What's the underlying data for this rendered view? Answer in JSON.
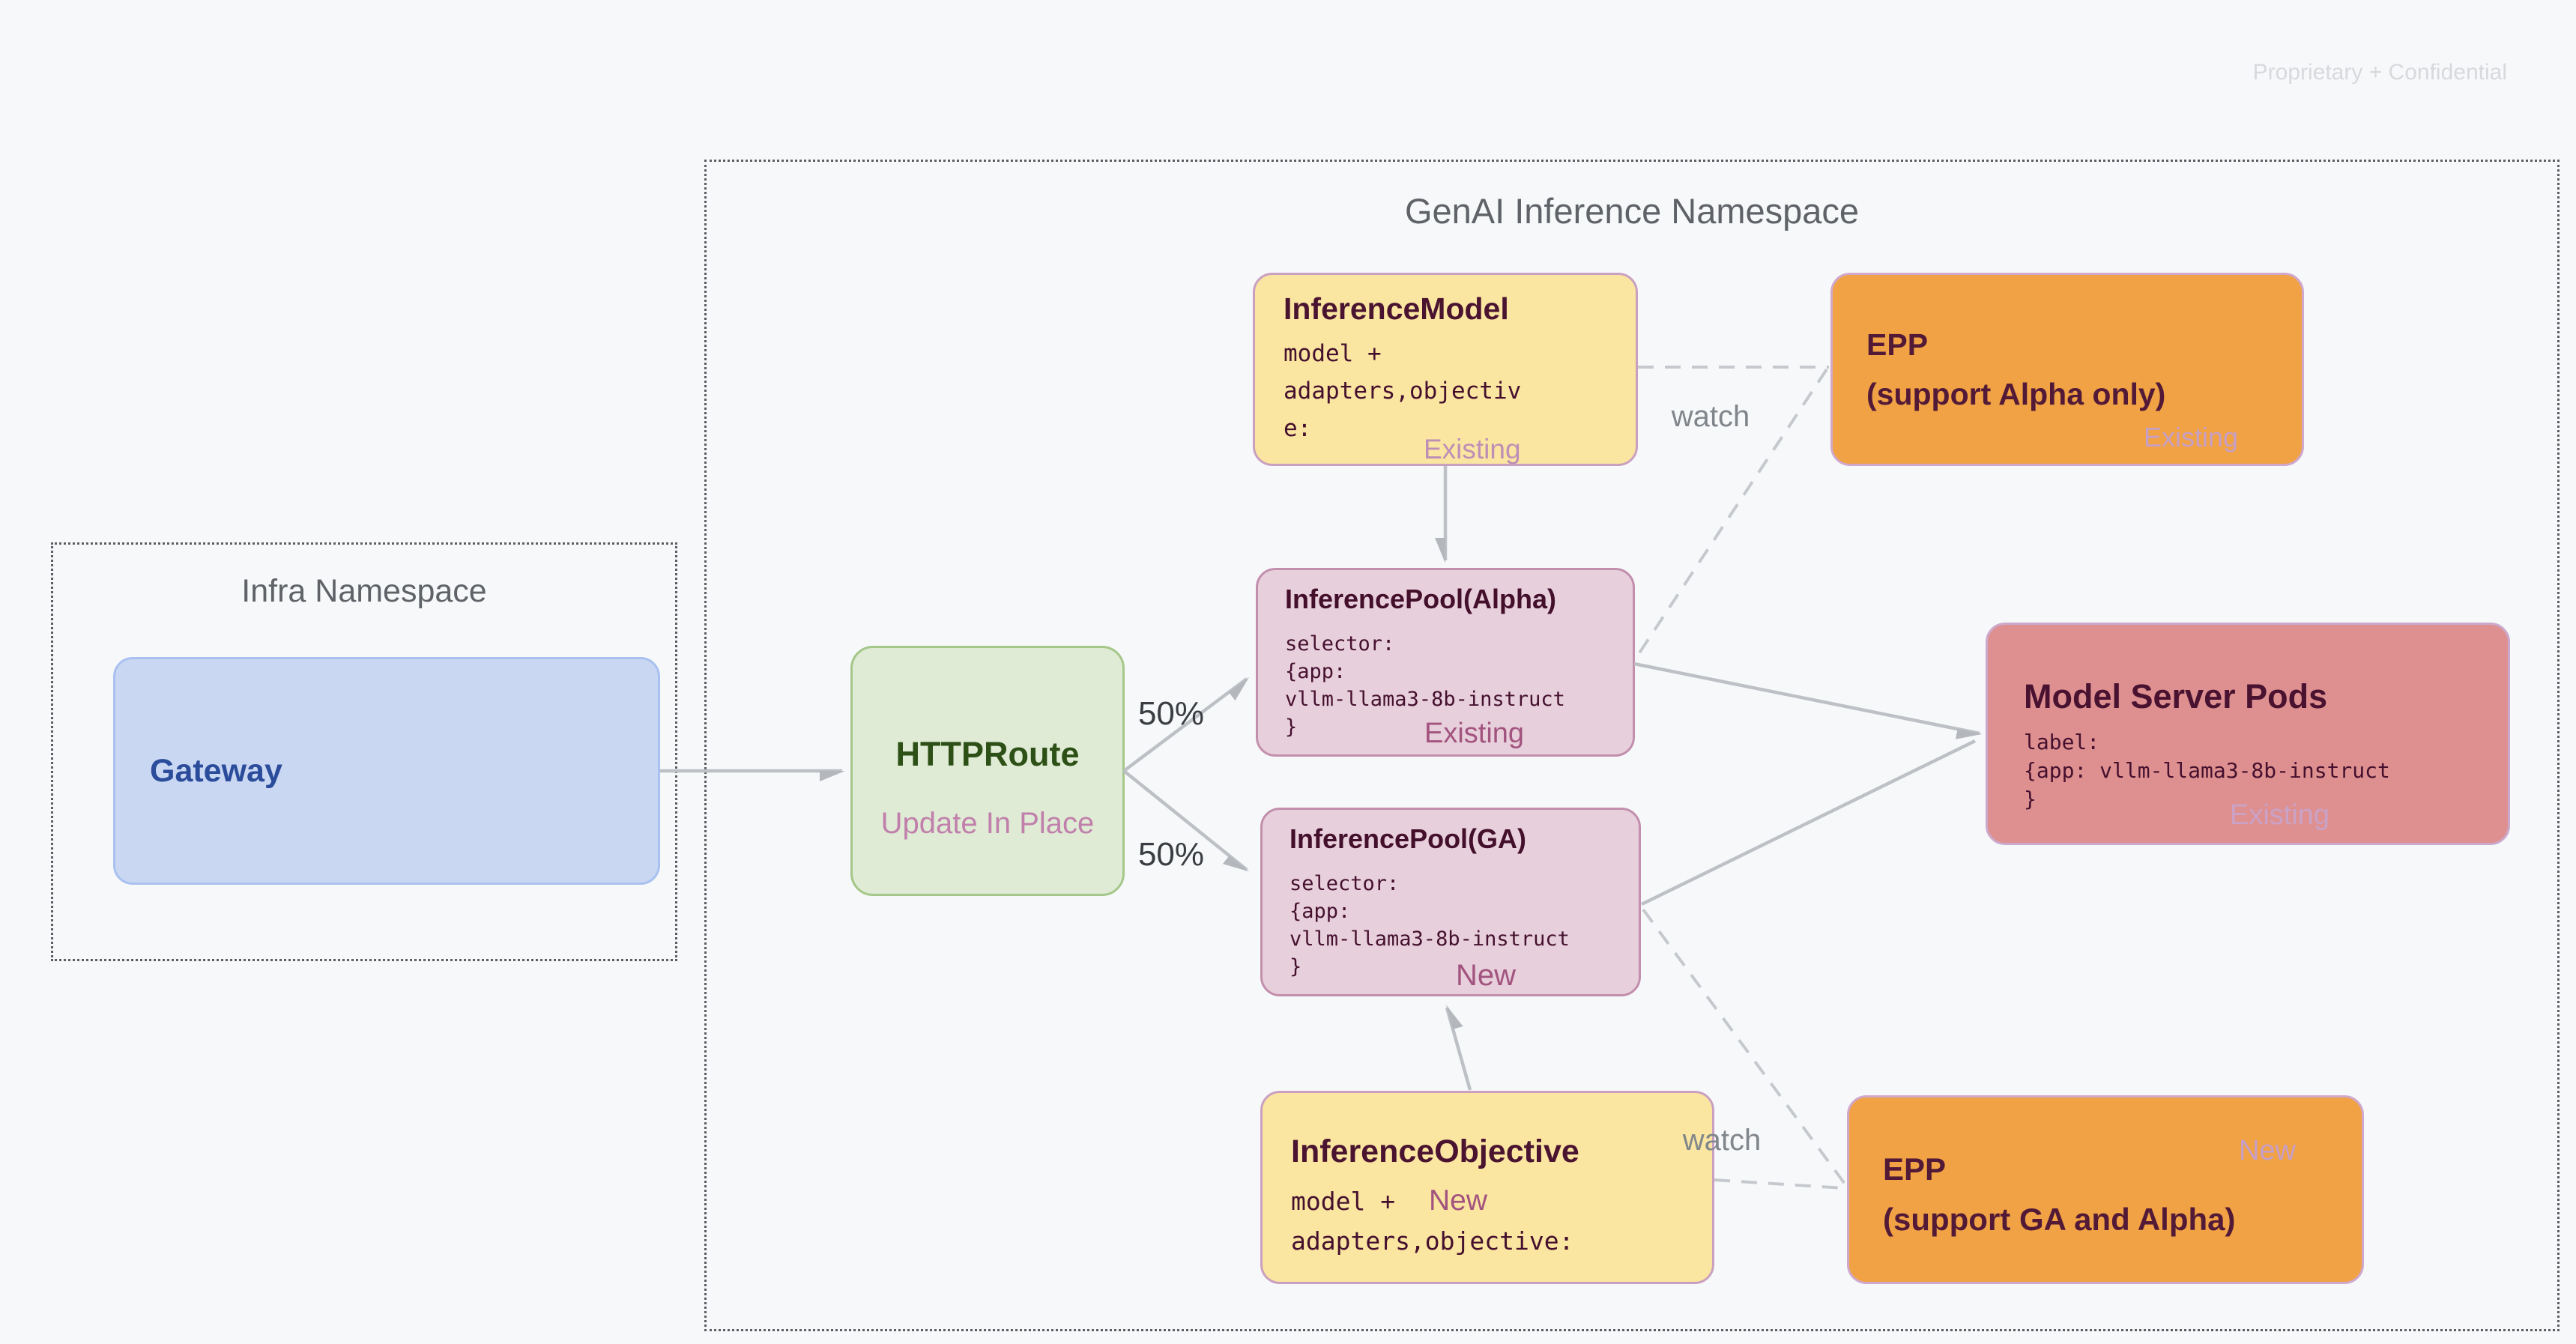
{
  "page": {
    "watermark": "Proprietary + Confidential"
  },
  "namespaces": {
    "infra": {
      "title": "Infra Namespace"
    },
    "genai": {
      "title": "GenAI Inference Namespace"
    }
  },
  "nodes": {
    "gateway": {
      "title": "Gateway"
    },
    "httproute": {
      "title": "HTTPRoute",
      "subtitle": "Update In Place"
    },
    "inference_model": {
      "title": "InferenceModel",
      "code": "model +\nadapters,objectiv\ne:",
      "badge": "Existing"
    },
    "epp_alpha": {
      "title": "EPP\n(support Alpha only)",
      "badge": "Existing"
    },
    "pool_alpha": {
      "title": "InferencePool(Alpha)",
      "code": "selector:\n{app:\nvllm-llama3-8b-instruct\n}",
      "badge": "Existing"
    },
    "model_server_pods": {
      "title": "Model Server Pods",
      "code": "label:\n{app: vllm-llama3-8b-instruct\n}",
      "badge": "Existing"
    },
    "pool_ga": {
      "title": "InferencePool(GA)",
      "code": "selector:\n{app:\nvllm-llama3-8b-instruct\n}",
      "badge": "New"
    },
    "inference_objective": {
      "title": "InferenceObjective",
      "code": "model +\nadapters,objective:",
      "badge": "New"
    },
    "epp_ga": {
      "title": "EPP\n(support GA and Alpha)",
      "badge": "New"
    }
  },
  "edges": {
    "split_top_label": "50%",
    "split_bottom_label": "50%",
    "watch_top_label": "watch",
    "watch_bottom_label": "watch"
  },
  "colors": {
    "background": "#F7F8FA",
    "yellow_fill": "#FAE5A1",
    "orange_fill": "#F0A244",
    "pink_pool_fill": "#E7CFDC",
    "salmon_fill": "#DE9090",
    "green_fill": "#DFEBD4",
    "blue_fill": "#C9D7F3",
    "badge_mauve_dark": "#A2537E",
    "badge_mauve_light": "#C79FC6",
    "arrow_gray": "#BDC1C6",
    "namespace_text": "#5F6368"
  }
}
